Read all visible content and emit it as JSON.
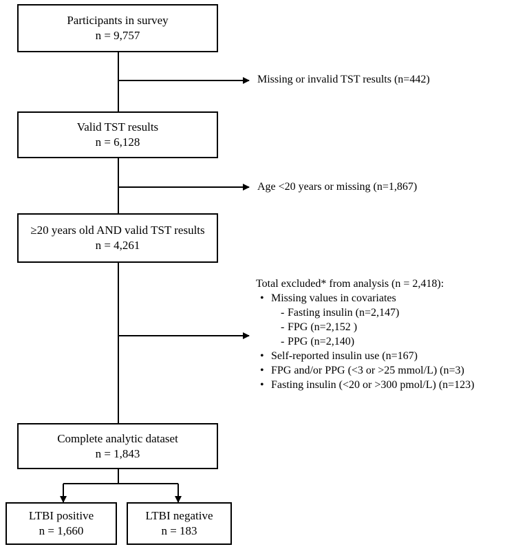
{
  "boxes": {
    "participants": {
      "title": "Participants in survey",
      "count": "n = 9,757"
    },
    "valid_tst": {
      "title": "Valid TST results",
      "count": "n = 6,128"
    },
    "age_valid": {
      "title": "≥20 years old AND valid TST results",
      "count": "n = 4,261"
    },
    "analytic": {
      "title": "Complete analytic dataset",
      "count": "n = 1,843"
    },
    "ltbi_pos": {
      "title": "LTBI positive",
      "count": "n = 1,660"
    },
    "ltbi_neg": {
      "title": "LTBI negative",
      "count": "n = 183"
    }
  },
  "exclusions": {
    "missing_tst": "Missing or invalid TST results (n=442)",
    "age": "Age <20 years or missing (n=1,867)",
    "total": {
      "heading": "Total excluded* from analysis (n = 2,418):",
      "items": [
        {
          "text": "Missing values in covariates",
          "subitems": [
            "Fasting insulin (n=2,147)",
            "FPG (n=2,152 )",
            "PPG (n=2,140)"
          ]
        },
        {
          "text": "Self-reported insulin use (n=167)",
          "subitems": []
        },
        {
          "text": "FPG and/or PPG (<3 or >25 mmol/L) (n=3)",
          "subitems": []
        },
        {
          "text": "Fasting insulin (<20 or >300 pmol/L) (n=123)",
          "subitems": []
        }
      ]
    }
  }
}
